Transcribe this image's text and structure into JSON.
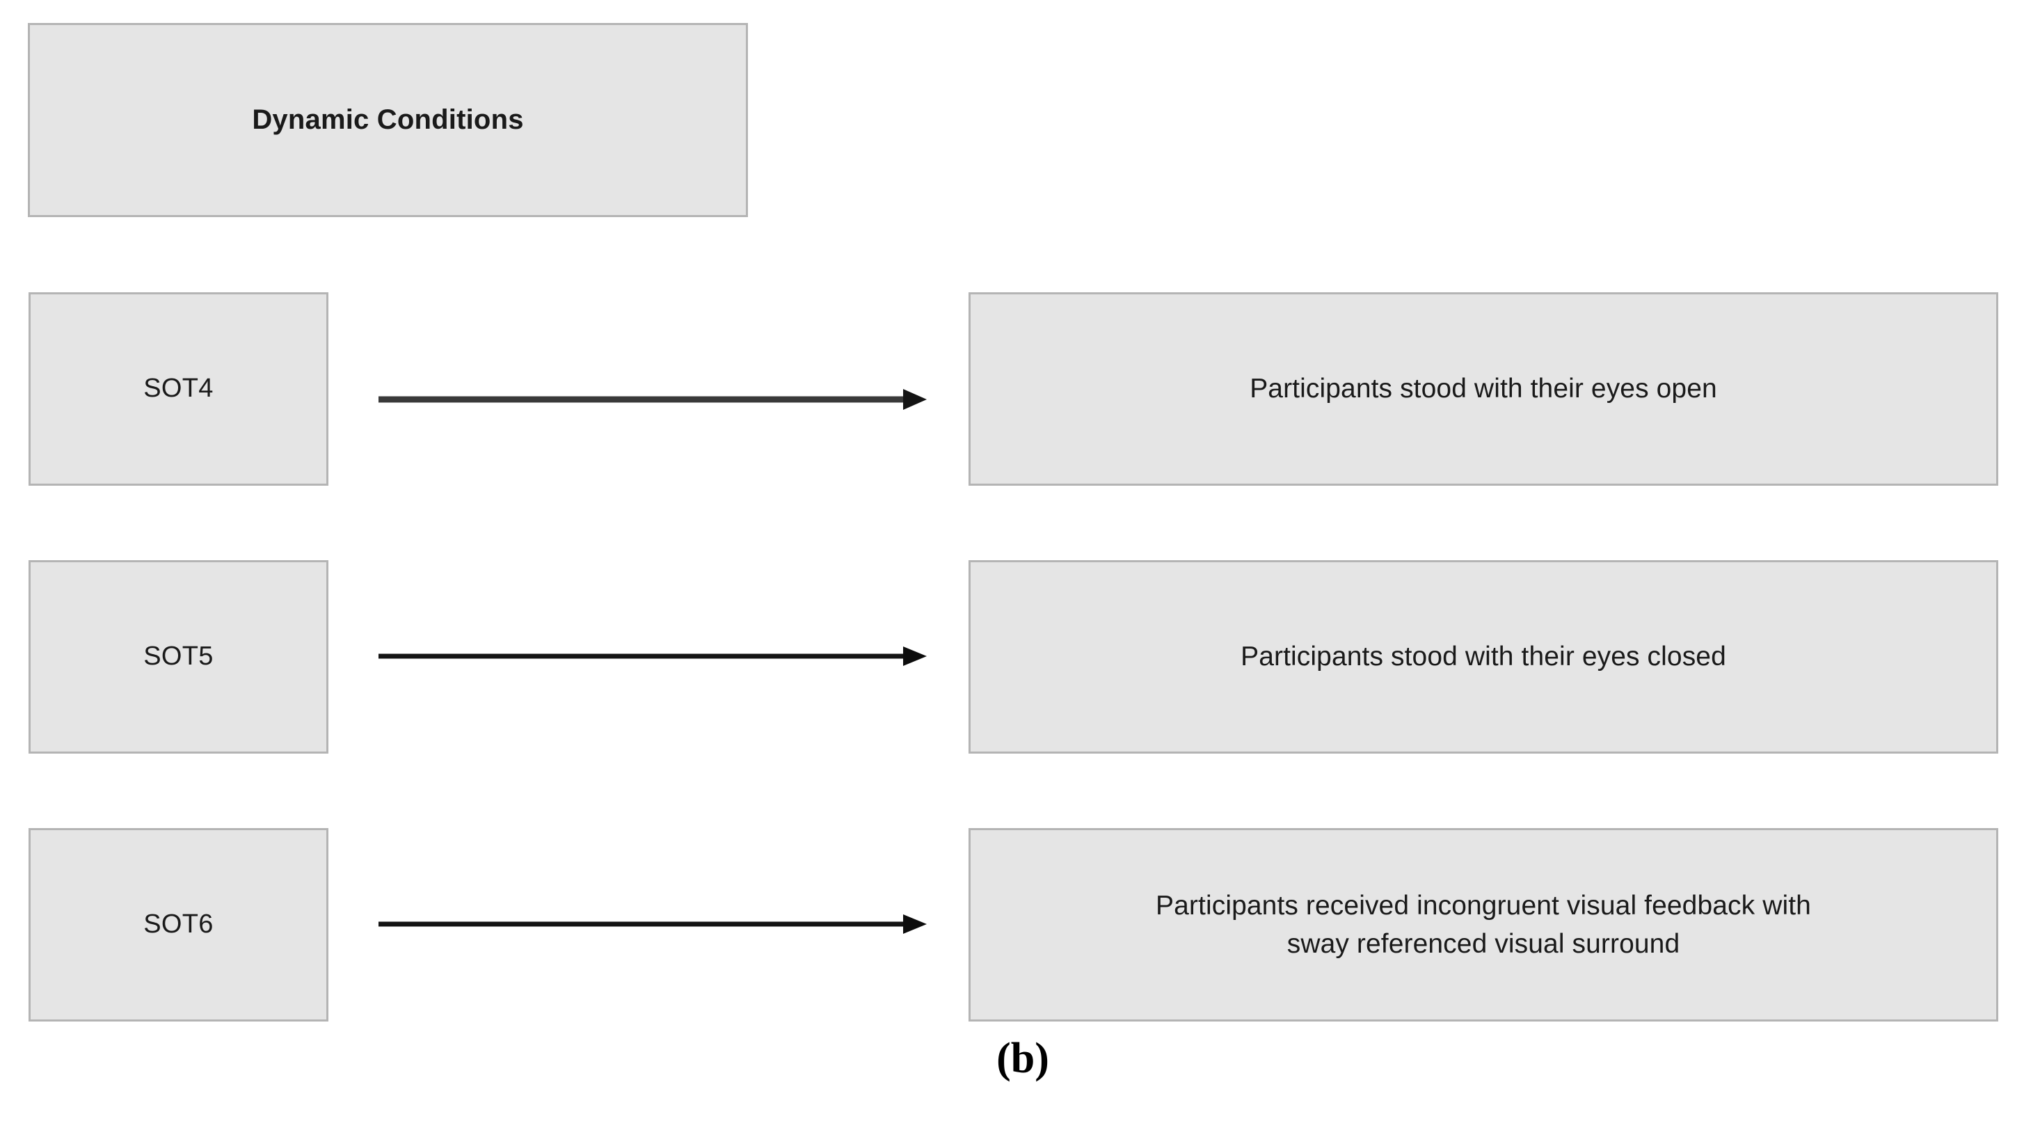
{
  "figure": {
    "caption": "(b)",
    "header": {
      "label": "Dynamic Conditions"
    },
    "colors": {
      "box_fill": "#e5e5e5",
      "box_border": "#b4b4b4",
      "text": "#1a1a1a",
      "arrow": "#2b2b2b",
      "background": "#ffffff"
    },
    "rows": [
      {
        "condition": "SOT4",
        "description": "Participants stood with their eyes open",
        "arrow": "right-arrow-icon"
      },
      {
        "condition": "SOT5",
        "description": "Participants stood with their eyes closed",
        "arrow": "right-arrow-icon"
      },
      {
        "condition": "SOT6",
        "description": "Participants received incongruent visual feedback with\nsway referenced visual surround",
        "arrow": "right-arrow-icon"
      }
    ]
  }
}
